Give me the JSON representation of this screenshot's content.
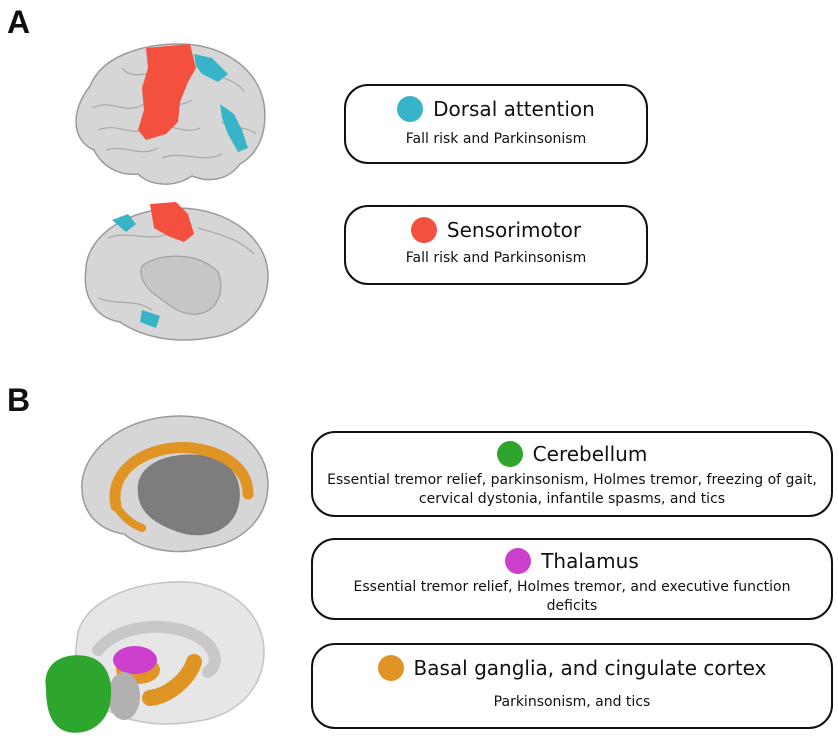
{
  "panels": {
    "a": {
      "label": "A"
    },
    "b": {
      "label": "B"
    }
  },
  "colors": {
    "dorsal_attention": "#38b4c9",
    "sensorimotor": "#f4503f",
    "cerebellum": "#2ea62e",
    "thalamus": "#cc3fcc",
    "basal_ganglia": "#df9424",
    "brain_surface": "#d6d6d6"
  },
  "networks": [
    {
      "id": "dorsal",
      "title": "Dorsal attention",
      "description": "Fall risk and Parkinsonism",
      "color": "#38b4c9"
    },
    {
      "id": "sensori",
      "title": "Sensorimotor",
      "description": "Fall risk and Parkinsonism",
      "color": "#f4503f"
    }
  ],
  "regions": [
    {
      "id": "cereb",
      "title": "Cerebellum",
      "description": "Essential tremor relief, parkinsonism, Holmes tremor, freezing of gait, cervical dystonia, infantile spasms, and tics",
      "color": "#2ea62e"
    },
    {
      "id": "thal",
      "title": "Thalamus",
      "description": "Essential tremor relief, Holmes tremor, and executive function deficits",
      "color": "#cc3fcc"
    },
    {
      "id": "basal",
      "title": "Basal ganglia, and cingulate cortex",
      "description": "Parkinsonism, and tics",
      "color": "#df9424"
    }
  ]
}
